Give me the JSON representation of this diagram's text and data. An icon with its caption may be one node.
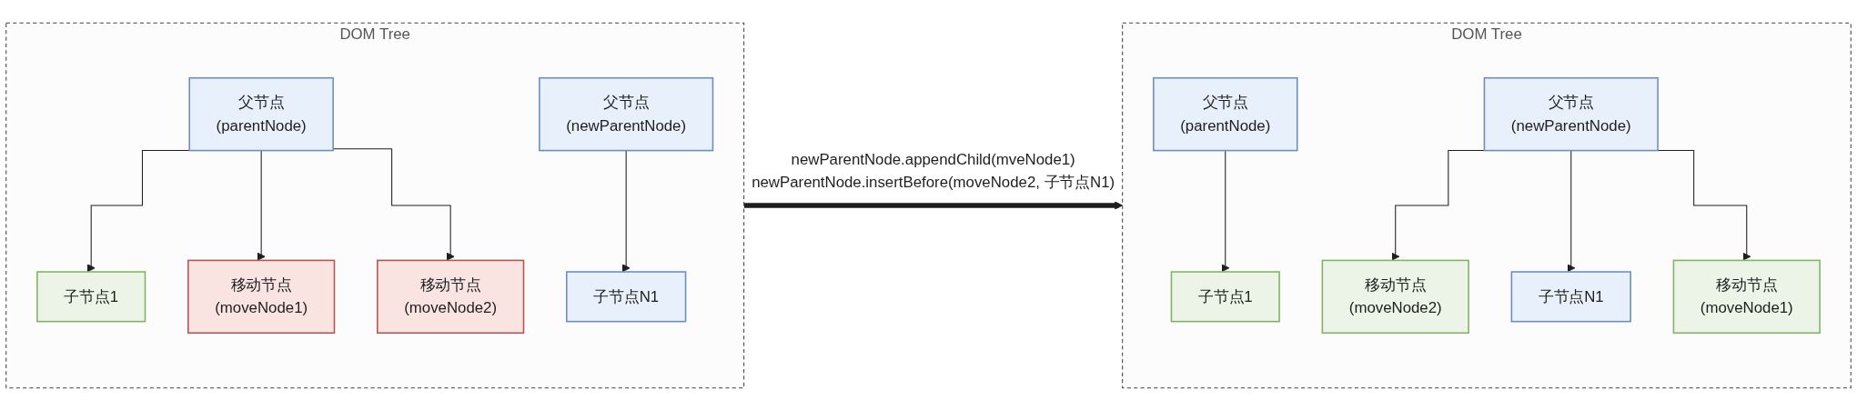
{
  "diagram": {
    "nodes": [
      {
        "text": [
          "DOM Tree"
        ]
      },
      {
        "text": [
          "父节点",
          "(parentNode)"
        ],
        "in": 0
      },
      {
        "text": [
          "父节点",
          "(newParentNode)"
        ],
        "in": 0
      },
      {
        "text": [
          "子节点1"
        ],
        "in": 0
      },
      {
        "text": [
          "移动节点",
          "(moveNode1)"
        ],
        "in": 0
      },
      {
        "text": [
          "移动节点",
          "(moveNode2)"
        ],
        "in": 0
      },
      {
        "text": [
          "子节点N1"
        ],
        "in": 0
      },
      {
        "text": [
          "DOM Tree"
        ]
      },
      {
        "text": [
          "父节点",
          "(parentNode)"
        ],
        "in": 7
      },
      {
        "text": [
          "父节点",
          "(newParentNode)"
        ],
        "in": 7
      },
      {
        "text": [
          "子节点1"
        ],
        "in": 7
      },
      {
        "text": [
          "移动节点",
          "(moveNode2)"
        ],
        "in": 7
      },
      {
        "text": [
          "子节点N1"
        ],
        "in": 7
      },
      {
        "text": [
          "移动节点",
          "(moveNode1)"
        ],
        "in": 7
      }
    ],
    "edges": [
      {
        "from": 1,
        "to": 3,
        "arrow": "to"
      },
      {
        "from": 1,
        "to": 4,
        "arrow": "to"
      },
      {
        "from": 1,
        "to": 5,
        "arrow": "to"
      },
      {
        "from": 2,
        "to": 6,
        "arrow": "to"
      },
      {
        "from": 0,
        "to": 7,
        "arrow": "to",
        "style": "thick",
        "label": "newParentNode.appendChild(mveNode1) newParentNode.insertBefore(moveNode2, 子节点N1)"
      },
      {
        "from": 8,
        "to": 10,
        "arrow": "to"
      },
      {
        "from": 9,
        "to": 11,
        "arrow": "to"
      },
      {
        "from": 9,
        "to": 12,
        "arrow": "to"
      },
      {
        "from": 9,
        "to": 13,
        "arrow": "to"
      }
    ]
  }
}
